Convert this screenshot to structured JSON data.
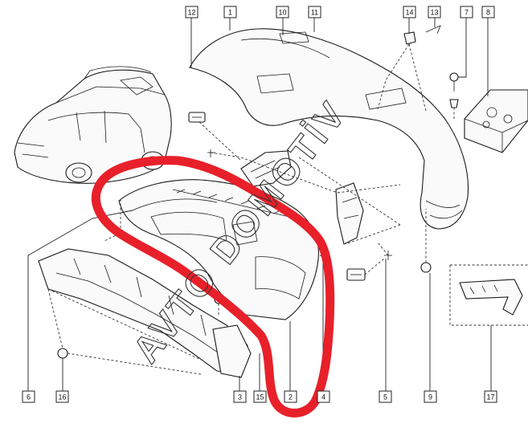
{
  "callouts": [
    {
      "id": "c12",
      "label": "12"
    },
    {
      "id": "c1",
      "label": "1"
    },
    {
      "id": "c10",
      "label": "10"
    },
    {
      "id": "c11",
      "label": "11"
    },
    {
      "id": "c14",
      "label": "14"
    },
    {
      "id": "c13",
      "label": "13"
    },
    {
      "id": "c7",
      "label": "7"
    },
    {
      "id": "c8",
      "label": "8"
    },
    {
      "id": "c6",
      "label": "6"
    },
    {
      "id": "c16",
      "label": "16"
    },
    {
      "id": "c3",
      "label": "3"
    },
    {
      "id": "c15",
      "label": "15"
    },
    {
      "id": "c2",
      "label": "2"
    },
    {
      "id": "c4",
      "label": "4"
    },
    {
      "id": "c5",
      "label": "5"
    },
    {
      "id": "c9",
      "label": "9"
    },
    {
      "id": "c17",
      "label": "17"
    }
  ],
  "watermark": "AVTO DOMOTİV",
  "highlight_color": "#e8202a",
  "line_color": "#1a1a1a"
}
